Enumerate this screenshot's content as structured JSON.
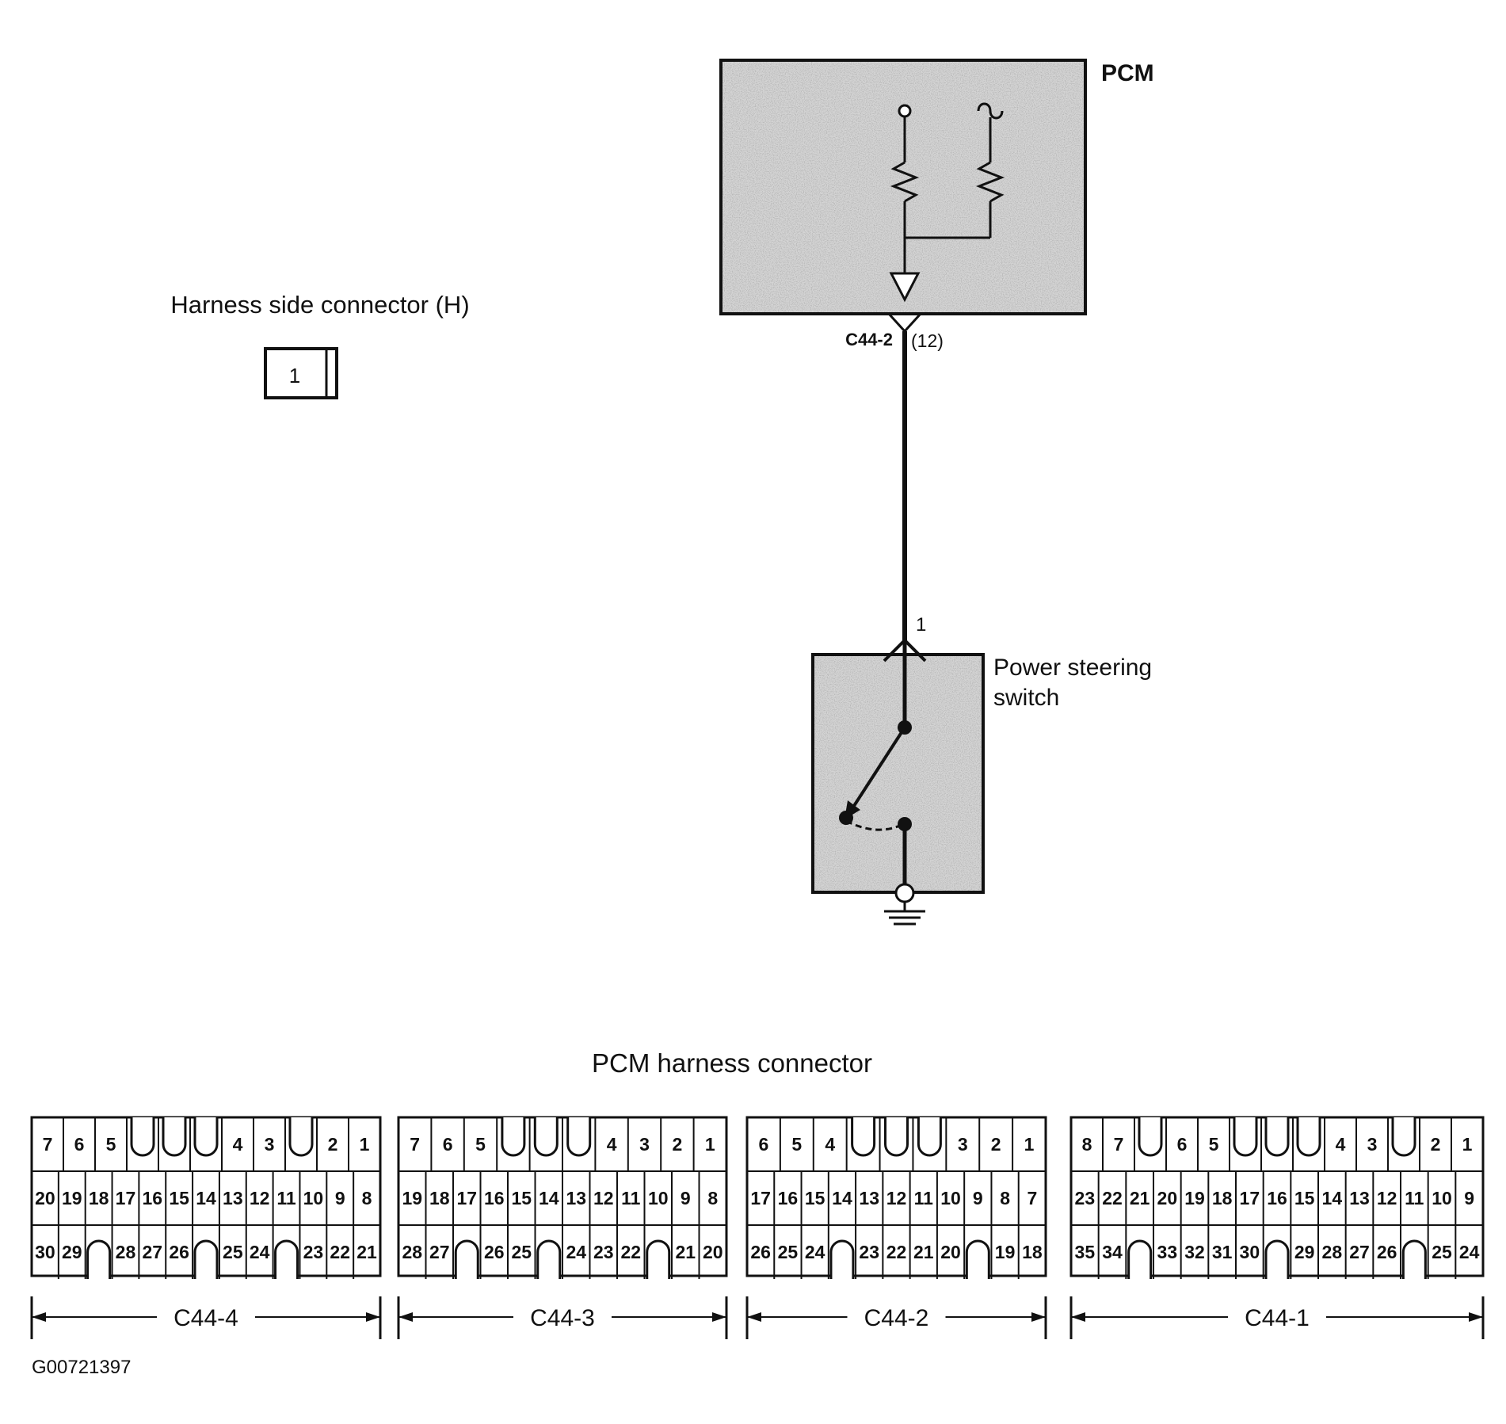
{
  "pcm": {
    "label": "PCM",
    "pin_connector": "C44-2",
    "pin_number": "(12)"
  },
  "harness_side": {
    "title": "Harness side connector (H)",
    "pin": "1"
  },
  "switch": {
    "title_line1": "Power steering",
    "title_line2": "switch",
    "terminal": "1"
  },
  "pcm_harness": {
    "title": "PCM harness connector",
    "connectors": [
      {
        "name": "C44-4",
        "top": [
          "7",
          "6",
          "5",
          "",
          "",
          "",
          "4",
          "3",
          "",
          "2",
          "1"
        ],
        "mid": [
          "20",
          "19",
          "18",
          "17",
          "16",
          "15",
          "14",
          "13",
          "12",
          "11",
          "10",
          "9",
          "8"
        ],
        "bot": [
          "30",
          "29",
          "",
          "28",
          "27",
          "26",
          "",
          "25",
          "24",
          "",
          "23",
          "22",
          "21"
        ]
      },
      {
        "name": "C44-3",
        "top": [
          "7",
          "6",
          "5",
          "",
          "",
          "",
          "4",
          "3",
          "2",
          "1"
        ],
        "mid": [
          "19",
          "18",
          "17",
          "16",
          "15",
          "14",
          "13",
          "12",
          "11",
          "10",
          "9",
          "8"
        ],
        "bot": [
          "28",
          "27",
          "",
          "26",
          "25",
          "",
          "24",
          "23",
          "22",
          "",
          "21",
          "20"
        ]
      },
      {
        "name": "C44-2",
        "top": [
          "6",
          "5",
          "4",
          "",
          "",
          "",
          "3",
          "2",
          "1"
        ],
        "mid": [
          "17",
          "16",
          "15",
          "14",
          "13",
          "12",
          "11",
          "10",
          "9",
          "8",
          "7"
        ],
        "bot": [
          "26",
          "25",
          "24",
          "",
          "23",
          "22",
          "21",
          "20",
          "",
          "19",
          "18"
        ]
      },
      {
        "name": "C44-1",
        "top": [
          "8",
          "7",
          "",
          "6",
          "5",
          "",
          "",
          "",
          "4",
          "3",
          "",
          "2",
          "1"
        ],
        "mid": [
          "23",
          "22",
          "21",
          "20",
          "19",
          "18",
          "17",
          "16",
          "15",
          "14",
          "13",
          "12",
          "11",
          "10",
          "9"
        ],
        "bot": [
          "35",
          "34",
          "",
          "33",
          "32",
          "31",
          "30",
          "",
          "29",
          "28",
          "27",
          "26",
          "",
          "25",
          "24"
        ]
      }
    ]
  },
  "figure_id": "G00721397"
}
